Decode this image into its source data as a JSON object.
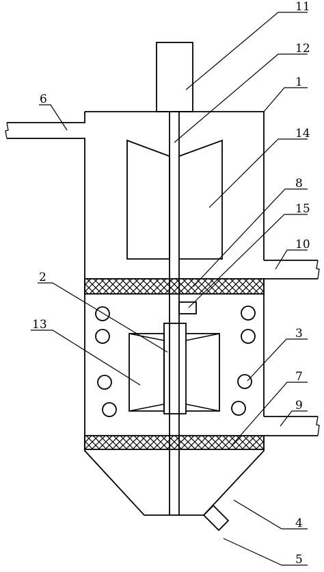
{
  "labels": {
    "l1": "1",
    "l2": "2",
    "l3": "3",
    "l4": "4",
    "l5": "5",
    "l6": "6",
    "l7": "7",
    "l8": "8",
    "l9": "9",
    "l10": "10",
    "l11": "11",
    "l12": "12",
    "l13": "13",
    "l14": "14",
    "l15": "15"
  },
  "colors": {
    "stroke": "#000000",
    "background": "#ffffff"
  }
}
